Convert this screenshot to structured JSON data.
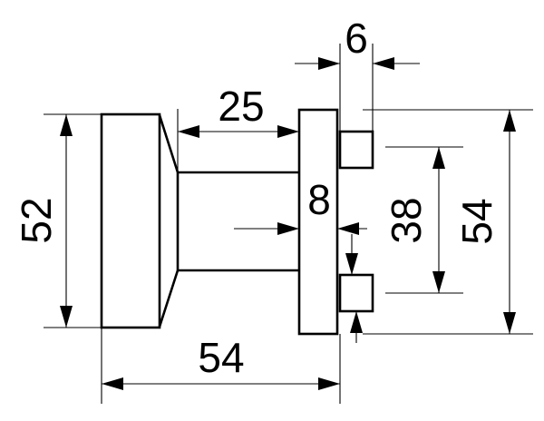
{
  "dimensions": {
    "knob_height": "52",
    "neck_length": "25",
    "plate_height": "54",
    "total_length": "54",
    "stud_spacing": "38",
    "plate_thickness": "8",
    "stud_length": "6"
  },
  "colors": {
    "line": "#000000",
    "background": "#ffffff"
  }
}
